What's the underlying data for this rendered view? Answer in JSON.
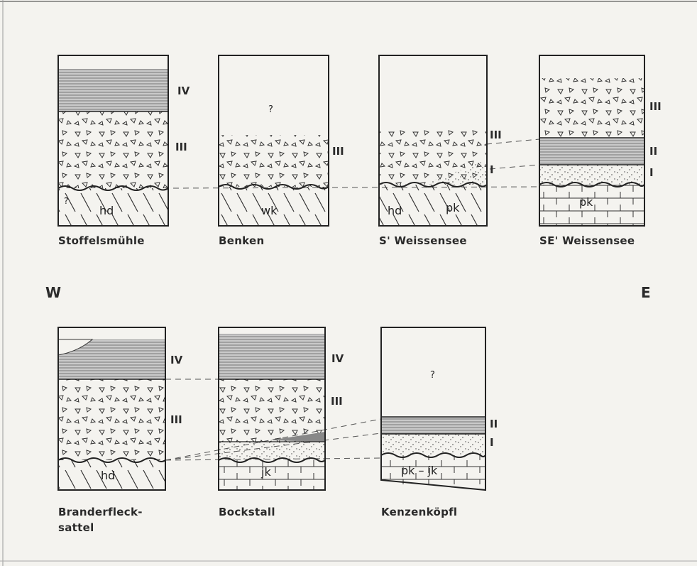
{
  "sections": [
    {
      "name": "Stoffelsmühle",
      "rock": "hd",
      "roman": [
        "IV",
        "III"
      ]
    },
    {
      "name": "Benken",
      "rock": "wk",
      "roman": [
        "III"
      ],
      "query": "?"
    },
    {
      "name": "S' Weissensee",
      "rock": [
        "hd",
        "pk"
      ],
      "roman": [
        "III",
        "I"
      ]
    },
    {
      "name": "SE' Weissensee",
      "rock": "pk",
      "roman": [
        "III",
        "II",
        "I"
      ]
    },
    {
      "name_line1": "Branderfleck-",
      "name_line2": "sattel",
      "rock": "hd",
      "roman": [
        "IV",
        "III"
      ]
    },
    {
      "name": "Bockstall",
      "rock": "jk",
      "roman": [
        "IV",
        "III"
      ]
    },
    {
      "name": "Kenzenköpfl",
      "rock": "pk – jk",
      "roman": [
        "II",
        "I"
      ],
      "query": "?"
    }
  ],
  "direction": {
    "west": "W",
    "east": "E"
  },
  "colors": {
    "ink": "#2a2a2a",
    "paper": "#f4f3ef",
    "shale": "#bdbdbd"
  }
}
